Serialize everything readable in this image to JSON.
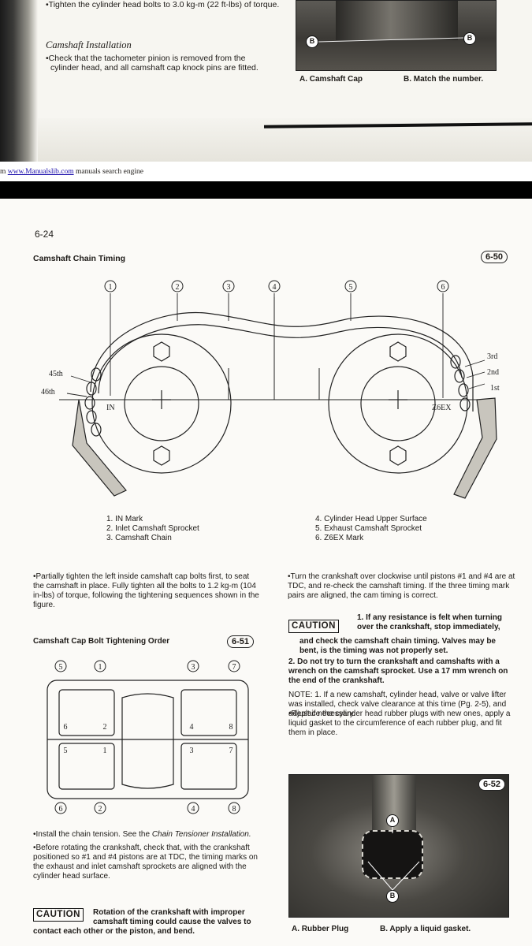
{
  "top_page": {
    "bullet_torque": "•Tighten the cylinder head bolts to 3.0 kg-m (22 ft-lbs) of torque.",
    "heading_install": "Camshaft Installation",
    "bullet_tach": "•Check that the tachometer pinion is removed from the cylinder head, and all camshaft cap knock pins are fitted.",
    "photo": {
      "badge_b_left": "B",
      "badge_b_right": "B",
      "caption_a": "A. Camshaft Cap",
      "caption_b": "B. Match the number."
    }
  },
  "banner": {
    "prefix": "m ",
    "link": "www.Manualslib.com",
    "suffix": " manuals search engine"
  },
  "main_page": {
    "page_number": "6-24",
    "section_title": "Camshaft Chain Timing",
    "fig_650": "6-50",
    "diagram": {
      "callouts": [
        "1",
        "2",
        "3",
        "4",
        "5",
        "6"
      ],
      "label_45th": "45th",
      "label_46th": "46th",
      "label_in": "IN",
      "label_z6ex": "Z6EX",
      "label_3rd": "3rd",
      "label_2nd": "2nd",
      "label_1st": "1st"
    },
    "legend_left": [
      "1. IN Mark",
      "2. Inlet Camshaft Sprocket",
      "3. Camshaft Chain"
    ],
    "legend_right": [
      "4. Cylinder Head Upper Surface",
      "5. Exhaust Camshaft Sprocket",
      "6. Z6EX Mark"
    ],
    "para_partial": "•Partially tighten the left inside camshaft cap bolts first, to seat the camshaft in place. Fully tighten all the bolts to 1.2 kg-m (104 in-lbs) of torque, following the tightening sequences shown in the figure.",
    "cap_bolt_title": "Camshaft Cap Bolt Tightening Order",
    "fig_651": "6-51",
    "bolt_numbers_top": [
      "5",
      "1",
      "3",
      "7"
    ],
    "bolt_numbers_mid_upper": [
      "6",
      "2",
      "4",
      "8"
    ],
    "bolt_numbers_mid_lower": [
      "5",
      "1",
      "3",
      "7"
    ],
    "bolt_numbers_bottom": [
      "6",
      "2",
      "4",
      "8"
    ],
    "para_install_prefix": "•Install the chain tension. See the ",
    "para_install_ref": "Chain Tensioner Installation.",
    "para_before": "•Before rotating the crankshaft, check that, with the crankshaft positioned so #1 and #4 pistons are at TDC, the timing marks on the exhaust and inlet camshaft sprockets are aligned with the cylinder head surface.",
    "caution_label": "CAUTION",
    "caution_left_text": "Rotation of the crankshaft with improper camshaft timing could cause the valves to",
    "caution_left_cont": "contact each other or the piston, and bend.",
    "para_turn": "•Turn the crankshaft over clockwise until pistons #1 and #4 are at TDC, and re-check the camshaft timing. If the three timing mark pairs are aligned, the cam timing is correct.",
    "caution_right_text": "1. If any resistance is felt when turning over the crankshaft, stop immediately,",
    "caution_right_cont": "and check the camshaft chain timing. Valves may be bent, is the timing was not properly set.",
    "step_2": "2. Do not try to turn the crankshaft and camshafts with a wrench on the camshaft sprocket. Use a 17 mm wrench on the end of the crankshaft.",
    "note": "NOTE: 1. If a new camshaft, cylinder head, valve or valve lifter was installed, check valve clearance at this time (Pg. 2-5), and adjust if necessary.",
    "para_replace": "•Replace the cylinder head rubber plugs with new ones, apply a liquid gasket to the circumference of each rubber plug, and fit them in place.",
    "fig_652": "6-52",
    "photo_badge_a": "A",
    "photo_badge_b": "B",
    "caption_bottom_a": "A. Rubber Plug",
    "caption_bottom_b": "B. Apply a liquid gasket."
  }
}
